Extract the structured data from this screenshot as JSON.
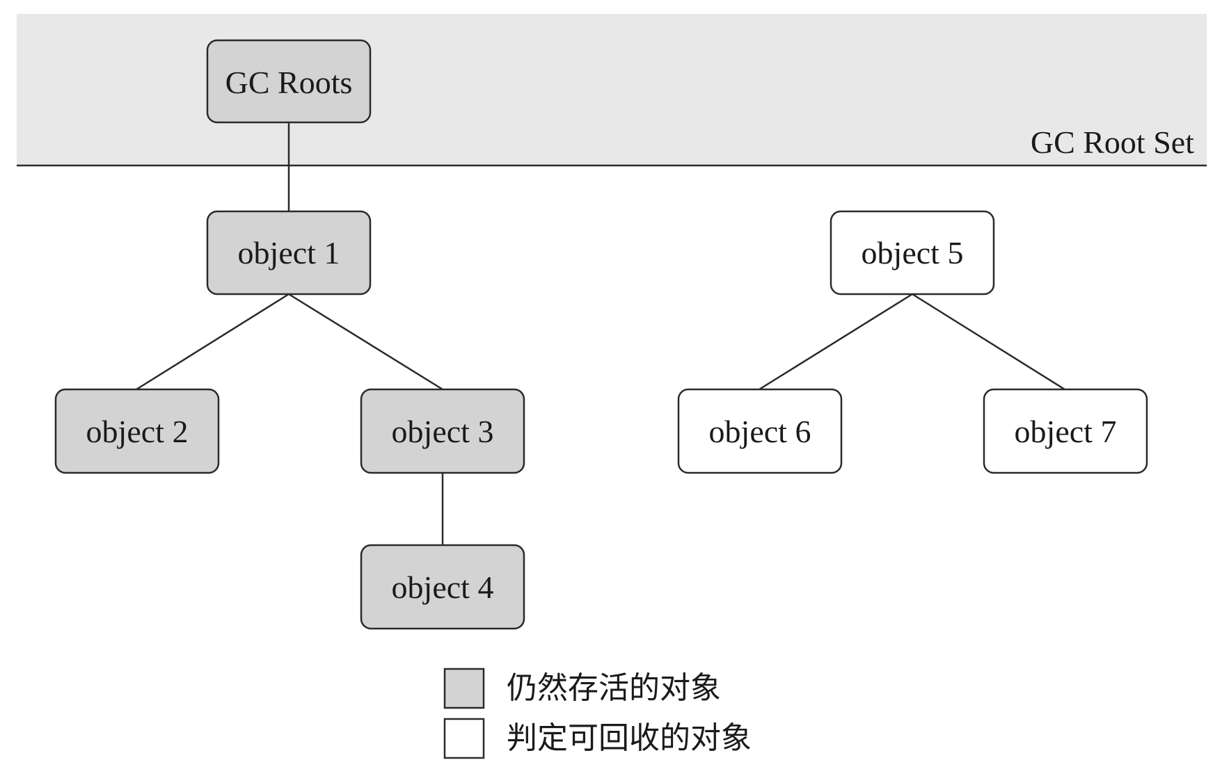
{
  "root_set": {
    "label": "GC Root Set"
  },
  "nodes": [
    {
      "id": "gc-roots",
      "label": "GC Roots",
      "status": "alive"
    },
    {
      "id": "object-1",
      "label": "object 1",
      "status": "alive"
    },
    {
      "id": "object-2",
      "label": "object 2",
      "status": "alive"
    },
    {
      "id": "object-3",
      "label": "object 3",
      "status": "alive"
    },
    {
      "id": "object-4",
      "label": "object 4",
      "status": "alive"
    },
    {
      "id": "object-5",
      "label": "object 5",
      "status": "collectable"
    },
    {
      "id": "object-6",
      "label": "object 6",
      "status": "collectable"
    },
    {
      "id": "object-7",
      "label": "object 7",
      "status": "collectable"
    }
  ],
  "edges": [
    {
      "from": "gc-roots",
      "to": "object-1"
    },
    {
      "from": "object-1",
      "to": "object-2"
    },
    {
      "from": "object-1",
      "to": "object-3"
    },
    {
      "from": "object-3",
      "to": "object-4"
    },
    {
      "from": "object-5",
      "to": "object-6"
    },
    {
      "from": "object-5",
      "to": "object-7"
    }
  ],
  "legend": {
    "alive": "仍然存活的对象",
    "collectable": "判定可回收的对象"
  },
  "colors": {
    "root_set_band": "#e8e8e8",
    "alive_fill": "#d3d3d3",
    "collectable_fill": "#ffffff",
    "stroke": "#2a2a2a"
  }
}
